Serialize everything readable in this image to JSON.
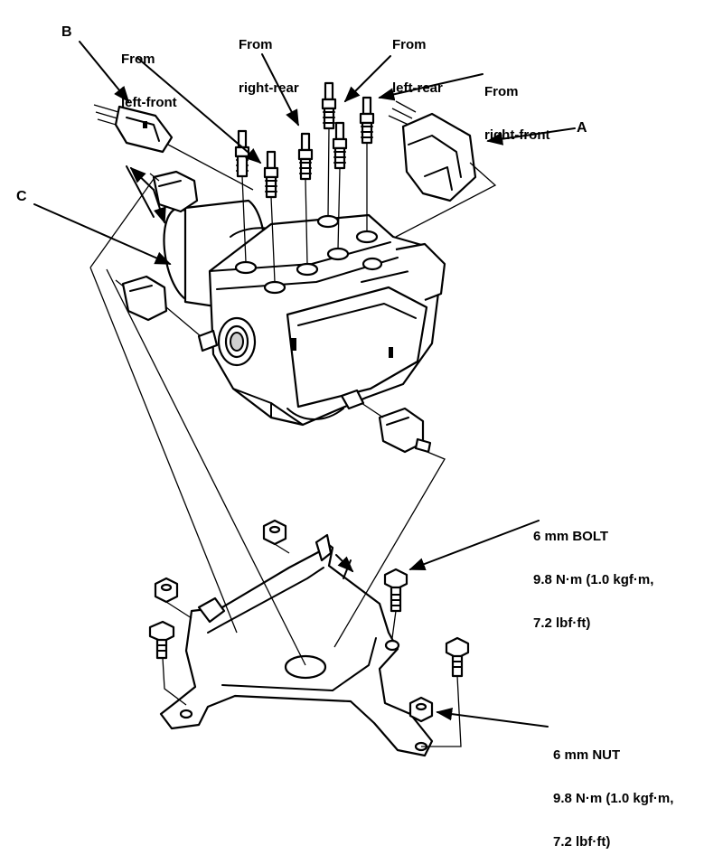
{
  "labels": {
    "b": "B",
    "a": "A",
    "c": "C",
    "from_left_front": [
      "From",
      "left-front"
    ],
    "from_right_rear": [
      "From",
      "right-rear"
    ],
    "from_left_rear": [
      "From",
      "left-rear"
    ],
    "from_right_front": [
      "From",
      "right-front"
    ],
    "bolt_spec": [
      "6 mm BOLT",
      "9.8 N·m (1.0 kgf·m,",
      "7.2 lbf·ft)"
    ],
    "nut_spec": [
      "6 mm NUT",
      "9.8 N·m (1.0 kgf·m,",
      "7.2 lbf·ft)"
    ]
  },
  "colors": {
    "ink": "#000000",
    "paper": "#ffffff"
  }
}
